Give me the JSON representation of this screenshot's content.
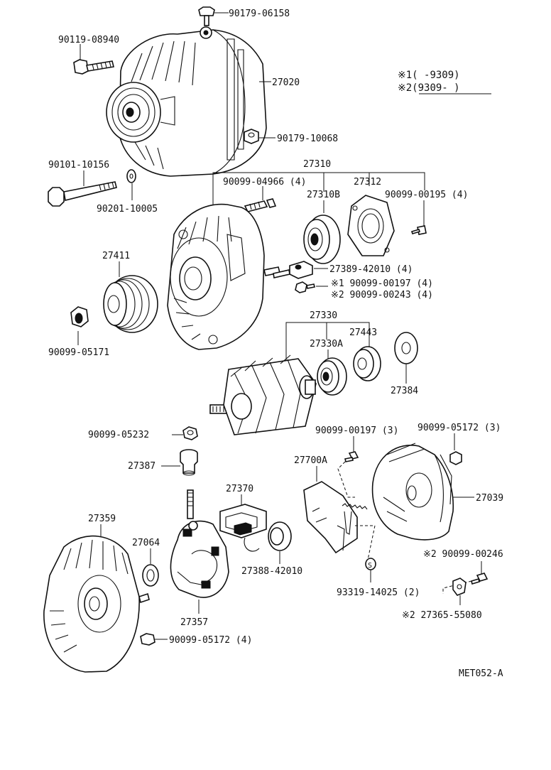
{
  "legend": {
    "line1": "※1(        -9309)",
    "line2": "※2(9309-        )"
  },
  "labels": {
    "bolt_top": "90179-06158",
    "bolt_left": "90119-08940",
    "alternator_assy": "27020",
    "nut_side": "90179-10068",
    "thru_bolt": "90101-10156",
    "washer_small": "90201-10005",
    "frame_group": "27310",
    "stud": "90099-04966 (4)",
    "bearing_310b": "27310B",
    "retainer": "27312",
    "screw_195": "90099-00195 (4)",
    "insulator": "27389-42010 (4)",
    "screw_197_star1": "※1 90099-00197 (4)",
    "screw_243_star2": "※2 90099-00243 (4)",
    "pulley": "27411",
    "nut_5171": "90099-05171",
    "rotor_group": "27330",
    "bearing_330a": "27330A",
    "cover_443": "27443",
    "plate_384": "27384",
    "nut_5232": "90099-05232",
    "screw_197_3": "90099-00197 (3)",
    "nut_5172_3": "90099-05172 (3)",
    "terminal_387": "27387",
    "regulator": "27700A",
    "rear_cover": "27039",
    "brush_holder": "27370",
    "drive_end_frame": "27359",
    "bushing": "27064",
    "seal": "27388-42010",
    "screw_246_star2": "※2 90099-00246",
    "screw_14025": "93319-14025 (2)",
    "rectifier": "27357",
    "terminal_5080_star2": "※2 27365-55080",
    "nut_5172_4": "90099-05172 (4)",
    "code": "MET052-A"
  }
}
